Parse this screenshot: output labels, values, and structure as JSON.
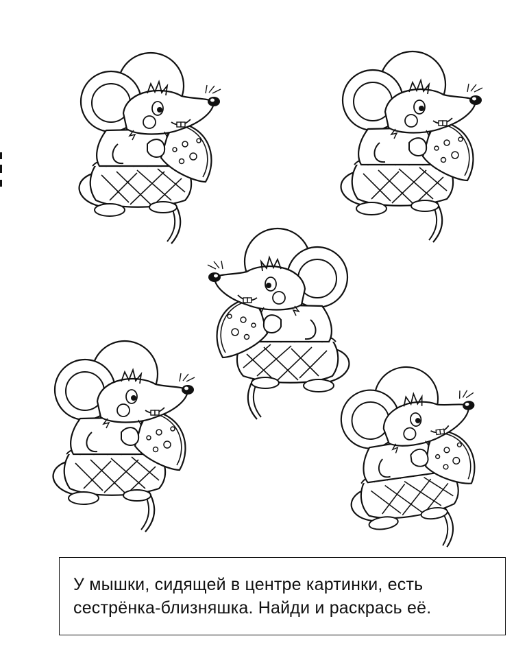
{
  "worksheet": {
    "instruction_lines": [
      "У мышки, сидящей в центре картинки, есть",
      "сестрёнка-близняшка. Найди и раскрась её."
    ],
    "ink_color": "#111111",
    "paper_color": "#ffffff"
  },
  "illustrations": [
    {
      "id": "mouse-top-left",
      "icon": "mouse-holding-cheese-icon",
      "facing": "right"
    },
    {
      "id": "mouse-top-right",
      "icon": "mouse-holding-cheese-icon",
      "facing": "right"
    },
    {
      "id": "mouse-center",
      "icon": "mouse-holding-cheese-icon",
      "facing": "left"
    },
    {
      "id": "mouse-bottom-left",
      "icon": "mouse-holding-cheese-icon",
      "facing": "right"
    },
    {
      "id": "mouse-bottom-right",
      "icon": "mouse-holding-cheese-icon",
      "facing": "right"
    }
  ]
}
